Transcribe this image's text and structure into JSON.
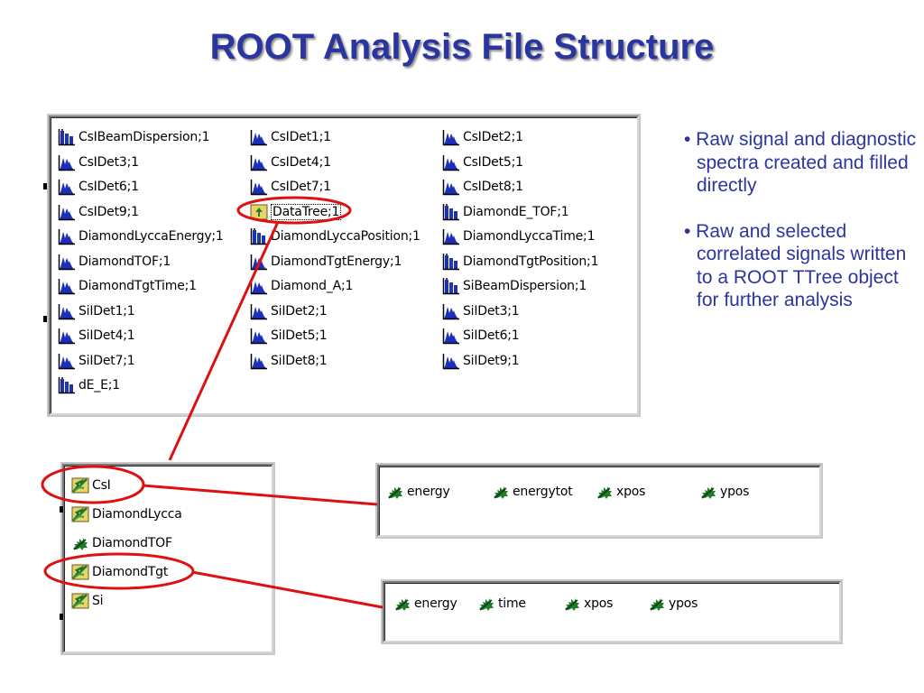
{
  "title": "ROOT Analysis File Structure",
  "file_browser": {
    "columns": [
      [
        {
          "label": "CsIBeamDispersion;1",
          "icon": "histogram-2d-icon"
        },
        {
          "label": "CsIDet3;1",
          "icon": "histogram-1d-icon"
        },
        {
          "label": "CsIDet6;1",
          "icon": "histogram-1d-icon"
        },
        {
          "label": "CsIDet9;1",
          "icon": "histogram-1d-icon"
        },
        {
          "label": "DiamondLyccaEnergy;1",
          "icon": "histogram-1d-icon"
        },
        {
          "label": "DiamondTOF;1",
          "icon": "histogram-1d-icon"
        },
        {
          "label": "DiamondTgtTime;1",
          "icon": "histogram-1d-icon"
        },
        {
          "label": "SiIDet1;1",
          "icon": "histogram-1d-icon"
        },
        {
          "label": "SiIDet4;1",
          "icon": "histogram-1d-icon"
        },
        {
          "label": "SiIDet7;1",
          "icon": "histogram-1d-icon"
        },
        {
          "label": "dE_E;1",
          "icon": "histogram-2d-icon"
        }
      ],
      [
        {
          "label": "CsIDet1;1",
          "icon": "histogram-1d-icon"
        },
        {
          "label": "CsIDet4;1",
          "icon": "histogram-1d-icon"
        },
        {
          "label": "CsIDet7;1",
          "icon": "histogram-1d-icon"
        },
        {
          "label": "DataTree;1",
          "icon": "tree-icon"
        },
        {
          "label": "DiamondLyccaPosition;1",
          "icon": "histogram-2d-icon"
        },
        {
          "label": "DiamondTgtEnergy;1",
          "icon": "histogram-1d-icon"
        },
        {
          "label": "Diamond_A;1",
          "icon": "histogram-1d-icon"
        },
        {
          "label": "SiIDet2;1",
          "icon": "histogram-1d-icon"
        },
        {
          "label": "SiIDet5;1",
          "icon": "histogram-1d-icon"
        },
        {
          "label": "SiIDet8;1",
          "icon": "histogram-1d-icon"
        }
      ],
      [
        {
          "label": "CsIDet2;1",
          "icon": "histogram-1d-icon"
        },
        {
          "label": "CsIDet5;1",
          "icon": "histogram-1d-icon"
        },
        {
          "label": "CsIDet8;1",
          "icon": "histogram-1d-icon"
        },
        {
          "label": "DiamondE_TOF;1",
          "icon": "histogram-2d-icon"
        },
        {
          "label": "DiamondLyccaTime;1",
          "icon": "histogram-1d-icon"
        },
        {
          "label": "DiamondTgtPosition;1",
          "icon": "histogram-2d-icon"
        },
        {
          "label": "SiBeamDispersion;1",
          "icon": "histogram-2d-icon"
        },
        {
          "label": "SiIDet3;1",
          "icon": "histogram-1d-icon"
        },
        {
          "label": "SiIDet6;1",
          "icon": "histogram-1d-icon"
        },
        {
          "label": "SiIDet9;1",
          "icon": "histogram-1d-icon"
        }
      ]
    ]
  },
  "tree_browser": {
    "branches": [
      {
        "label": "CsI",
        "icon": "branch-folder-icon"
      },
      {
        "label": "DiamondLycca",
        "icon": "branch-folder-icon"
      },
      {
        "label": "DiamondTOF",
        "icon": "leaf-icon"
      },
      {
        "label": "DiamondTgt",
        "icon": "branch-folder-icon"
      },
      {
        "label": "Si",
        "icon": "branch-folder-icon"
      }
    ]
  },
  "csi_leaves": [
    "energy",
    "energytot",
    "xpos",
    "ypos"
  ],
  "diamondtgt_leaves": [
    "energy",
    "time",
    "xpos",
    "ypos"
  ],
  "bullets": [
    "• Raw signal and diagnostic spectra created and filled directly",
    "• Raw and selected correlated signals written to a ROOT TTree object for further analysis"
  ],
  "colors": {
    "title": "#2b35a0",
    "bullet_text": "#2b35a0",
    "highlight": "#dd1111",
    "histogram_icon": "#1c2fb8",
    "leaf_icon": "#1f7a2a"
  }
}
